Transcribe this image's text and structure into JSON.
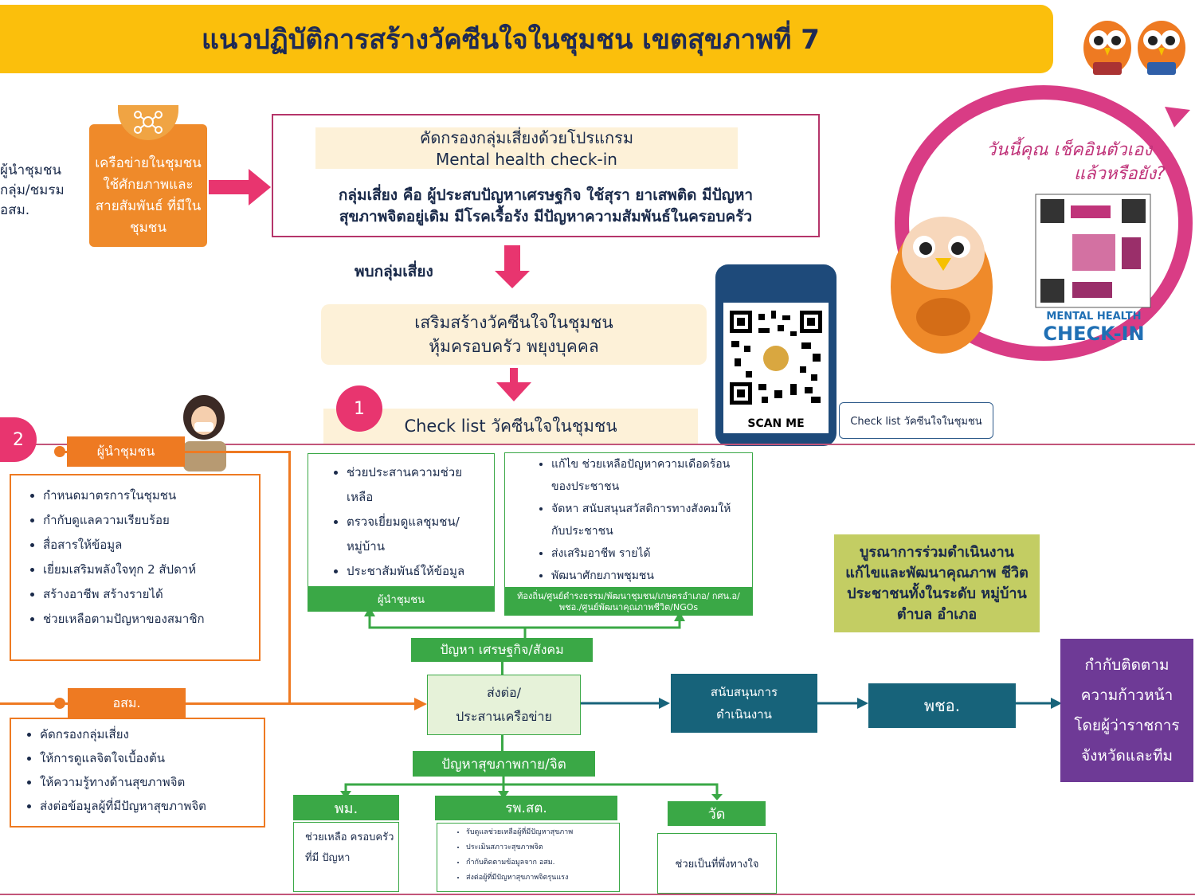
{
  "title": "แนวปฏิบัติการสร้างวัคซีนใจในชุมชน เขตสุขภาพที่ 7",
  "left_partial": [
    "ผู้นำชุมชน",
    "กลุ่ม/ชมรม",
    "อสม."
  ],
  "network_box": "เครือข่ายในชุมชน ใช้ศักยภาพและ สายสัมพันธ์ ที่มีในชุมชน",
  "screening": {
    "heading_1": "คัดกรองกลุ่มเสี่ยงด้วยโปรแกรม",
    "heading_2": "Mental health check-in",
    "body_1": "กลุ่มเสี่ยง คือ ผู้ประสบปัญหาเศรษฐกิจ ใช้สุรา ยาเสพติด มีปัญหา",
    "body_2": "สุขภาพจิตอยู่เดิม มีโรคเรื้อรัง มีปัญหาความสัมพันธ์ในครอบครัว"
  },
  "found_risk": "พบกลุ่มเสี่ยง",
  "strengthen_1": "เสริมสร้างวัคซีนใจในชุมชน",
  "strengthen_2": "หุ้มครอบครัว พยุงบุคคล",
  "step1_number": "1",
  "step1_label": "Check list วัคซีนใจในชุมชน",
  "scan_me": "SCAN ME",
  "checklist_note": "Check list วัคซีนใจในชุมชน",
  "promo": {
    "line1": "วันนี้คุณ เช็คอินตัวเอง",
    "line2": "แล้วหรือยัง?",
    "brand1": "MENTAL HEALTH",
    "brand2": "CHECK-IN"
  },
  "step2_number": "2",
  "leader_label": "ผู้นำชุมชน",
  "leader_items": [
    "กำหนดมาตรการในชุมชน",
    "กำกับดูแลความเรียบร้อย",
    "สื่อสารให้ข้อมูล",
    "เยี่ยมเสริมพลังใจทุก 2  สัปดาห์",
    "สร้างอาชีพ สร้างรายได้",
    "ช่วยเหลือตามปัญหาของสมาชิก"
  ],
  "coord_items": [
    "ช่วยประสานความช่วยเหลือ",
    "ตรวจเยี่ยมดูแลชุมชน/หมู่บ้าน",
    "ประชาสัมพันธ์ให้ข้อมูล"
  ],
  "coord_label": "ผู้นำชุมชน",
  "local_items": [
    "แก้ไข ช่วยเหลือปัญหาความเดือดร้อนของประชาชน",
    "จัดหา สนับสนุนสวัสดิการทางสังคมให้กับประชาชน",
    "ส่งเสริมอาชีพ รายได้",
    "พัฒนาศักยภาพชุมชน"
  ],
  "local_label": "ท้องถิ่น/ศูนย์ดำรงธรรม/พัฒนาชุมชน/เกษตรอำเภอ/ กศน.อ/พชอ./ศูนย์พัฒนาคุณภาพชีวิต/NGOs",
  "integration": "บูรณาการร่วมดำเนินงาน แก้ไขและพัฒนาคุณภาพ ชีวิตประชาชนทั้งในระดับ หมู่บ้าน ตำบล อำเภอ",
  "econ_problem": "ปัญหา เศรษฐกิจ/สังคม",
  "refer_1": "ส่งต่อ/",
  "refer_2": "ประสานเครือข่าย",
  "support_1": "สนับสนุนการ",
  "support_2": "ดำเนินงาน",
  "pcho": "พชอ.",
  "monitor": "กำกับติดตาม ความก้าวหน้า โดยผู้ว่าราชการ จังหวัดและทีม",
  "vhv_label": "อสม.",
  "vhv_items": [
    "คัดกรองกลุ่มเสี่ยง",
    "ให้การดูแลจิตใจเบื้องต้น",
    "ให้ความรู้ทางด้านสุขภาพจิต",
    "ส่งต่อข้อมูลผู้ที่มีปัญหาสุขภาพจิต"
  ],
  "health_problem": "ปัญหาสุขภาพกาย/จิต",
  "pm_label": "พม.",
  "pm_text": "ช่วยเหลือ ครอบครัวที่มี ปัญหา",
  "rpst_label": "รพ.สต.",
  "rpst_items": [
    "รับดูแลช่วยเหลือผู้ที่มีปัญหาสุขภาพ",
    "ประเมินสภาวะสุขภาพจิต",
    "กำกับติดตามข้อมูลจาก อสม.",
    "ส่งต่อผู้ที่มีปัญหาสุขภาพจิตรุนแรง"
  ],
  "temple_label": "วัด",
  "temple_text": "ช่วยเป็นที่พึ่งทางใจ",
  "colors": {
    "yellow": "#fbbf0c",
    "pink": "#e8356f",
    "orange": "#ee7a22",
    "green": "#3aa846",
    "teal": "#17637a",
    "olive": "#c3cd63",
    "purple": "#6e3a96"
  }
}
